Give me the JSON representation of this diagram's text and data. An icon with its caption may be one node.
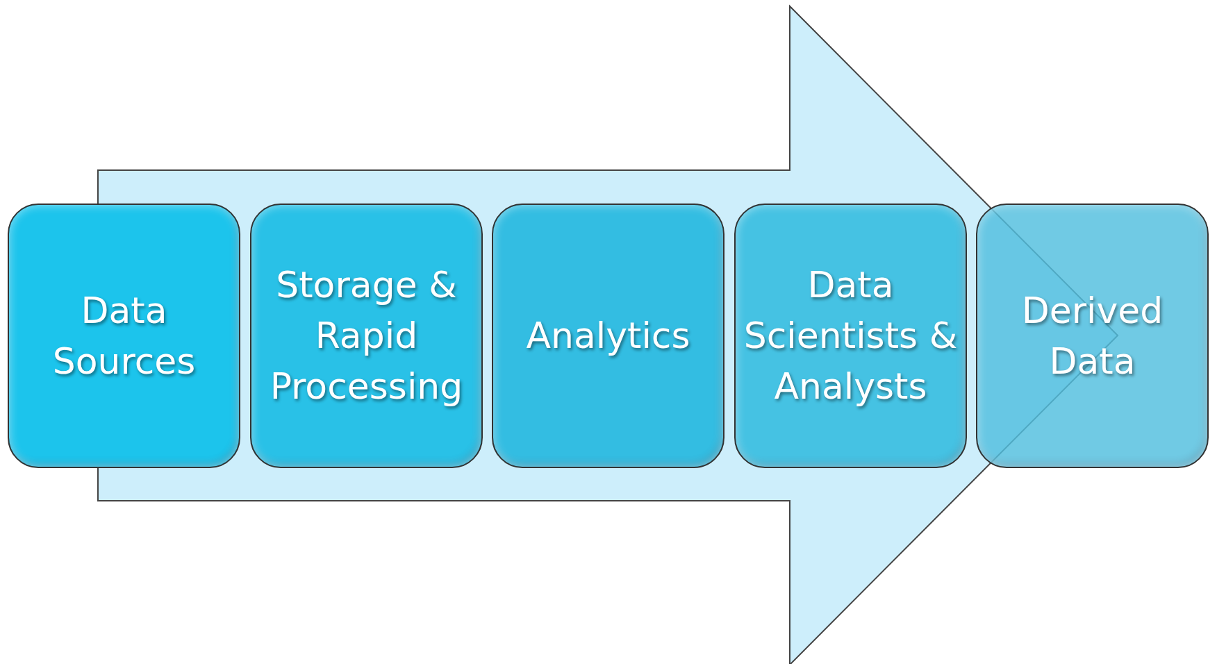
{
  "diagram": {
    "nodes": [
      {
        "text": [
          "Data Sources"
        ]
      },
      {
        "text": [
          "Storage & Rapid Processing"
        ]
      },
      {
        "text": [
          "Analytics"
        ]
      },
      {
        "text": [
          "Data Scientists & Analysts"
        ]
      },
      {
        "text": [
          "Derived Data"
        ]
      }
    ],
    "edges": [
      {
        "from": 0,
        "to": 4,
        "arrow": "to"
      }
    ]
  }
}
